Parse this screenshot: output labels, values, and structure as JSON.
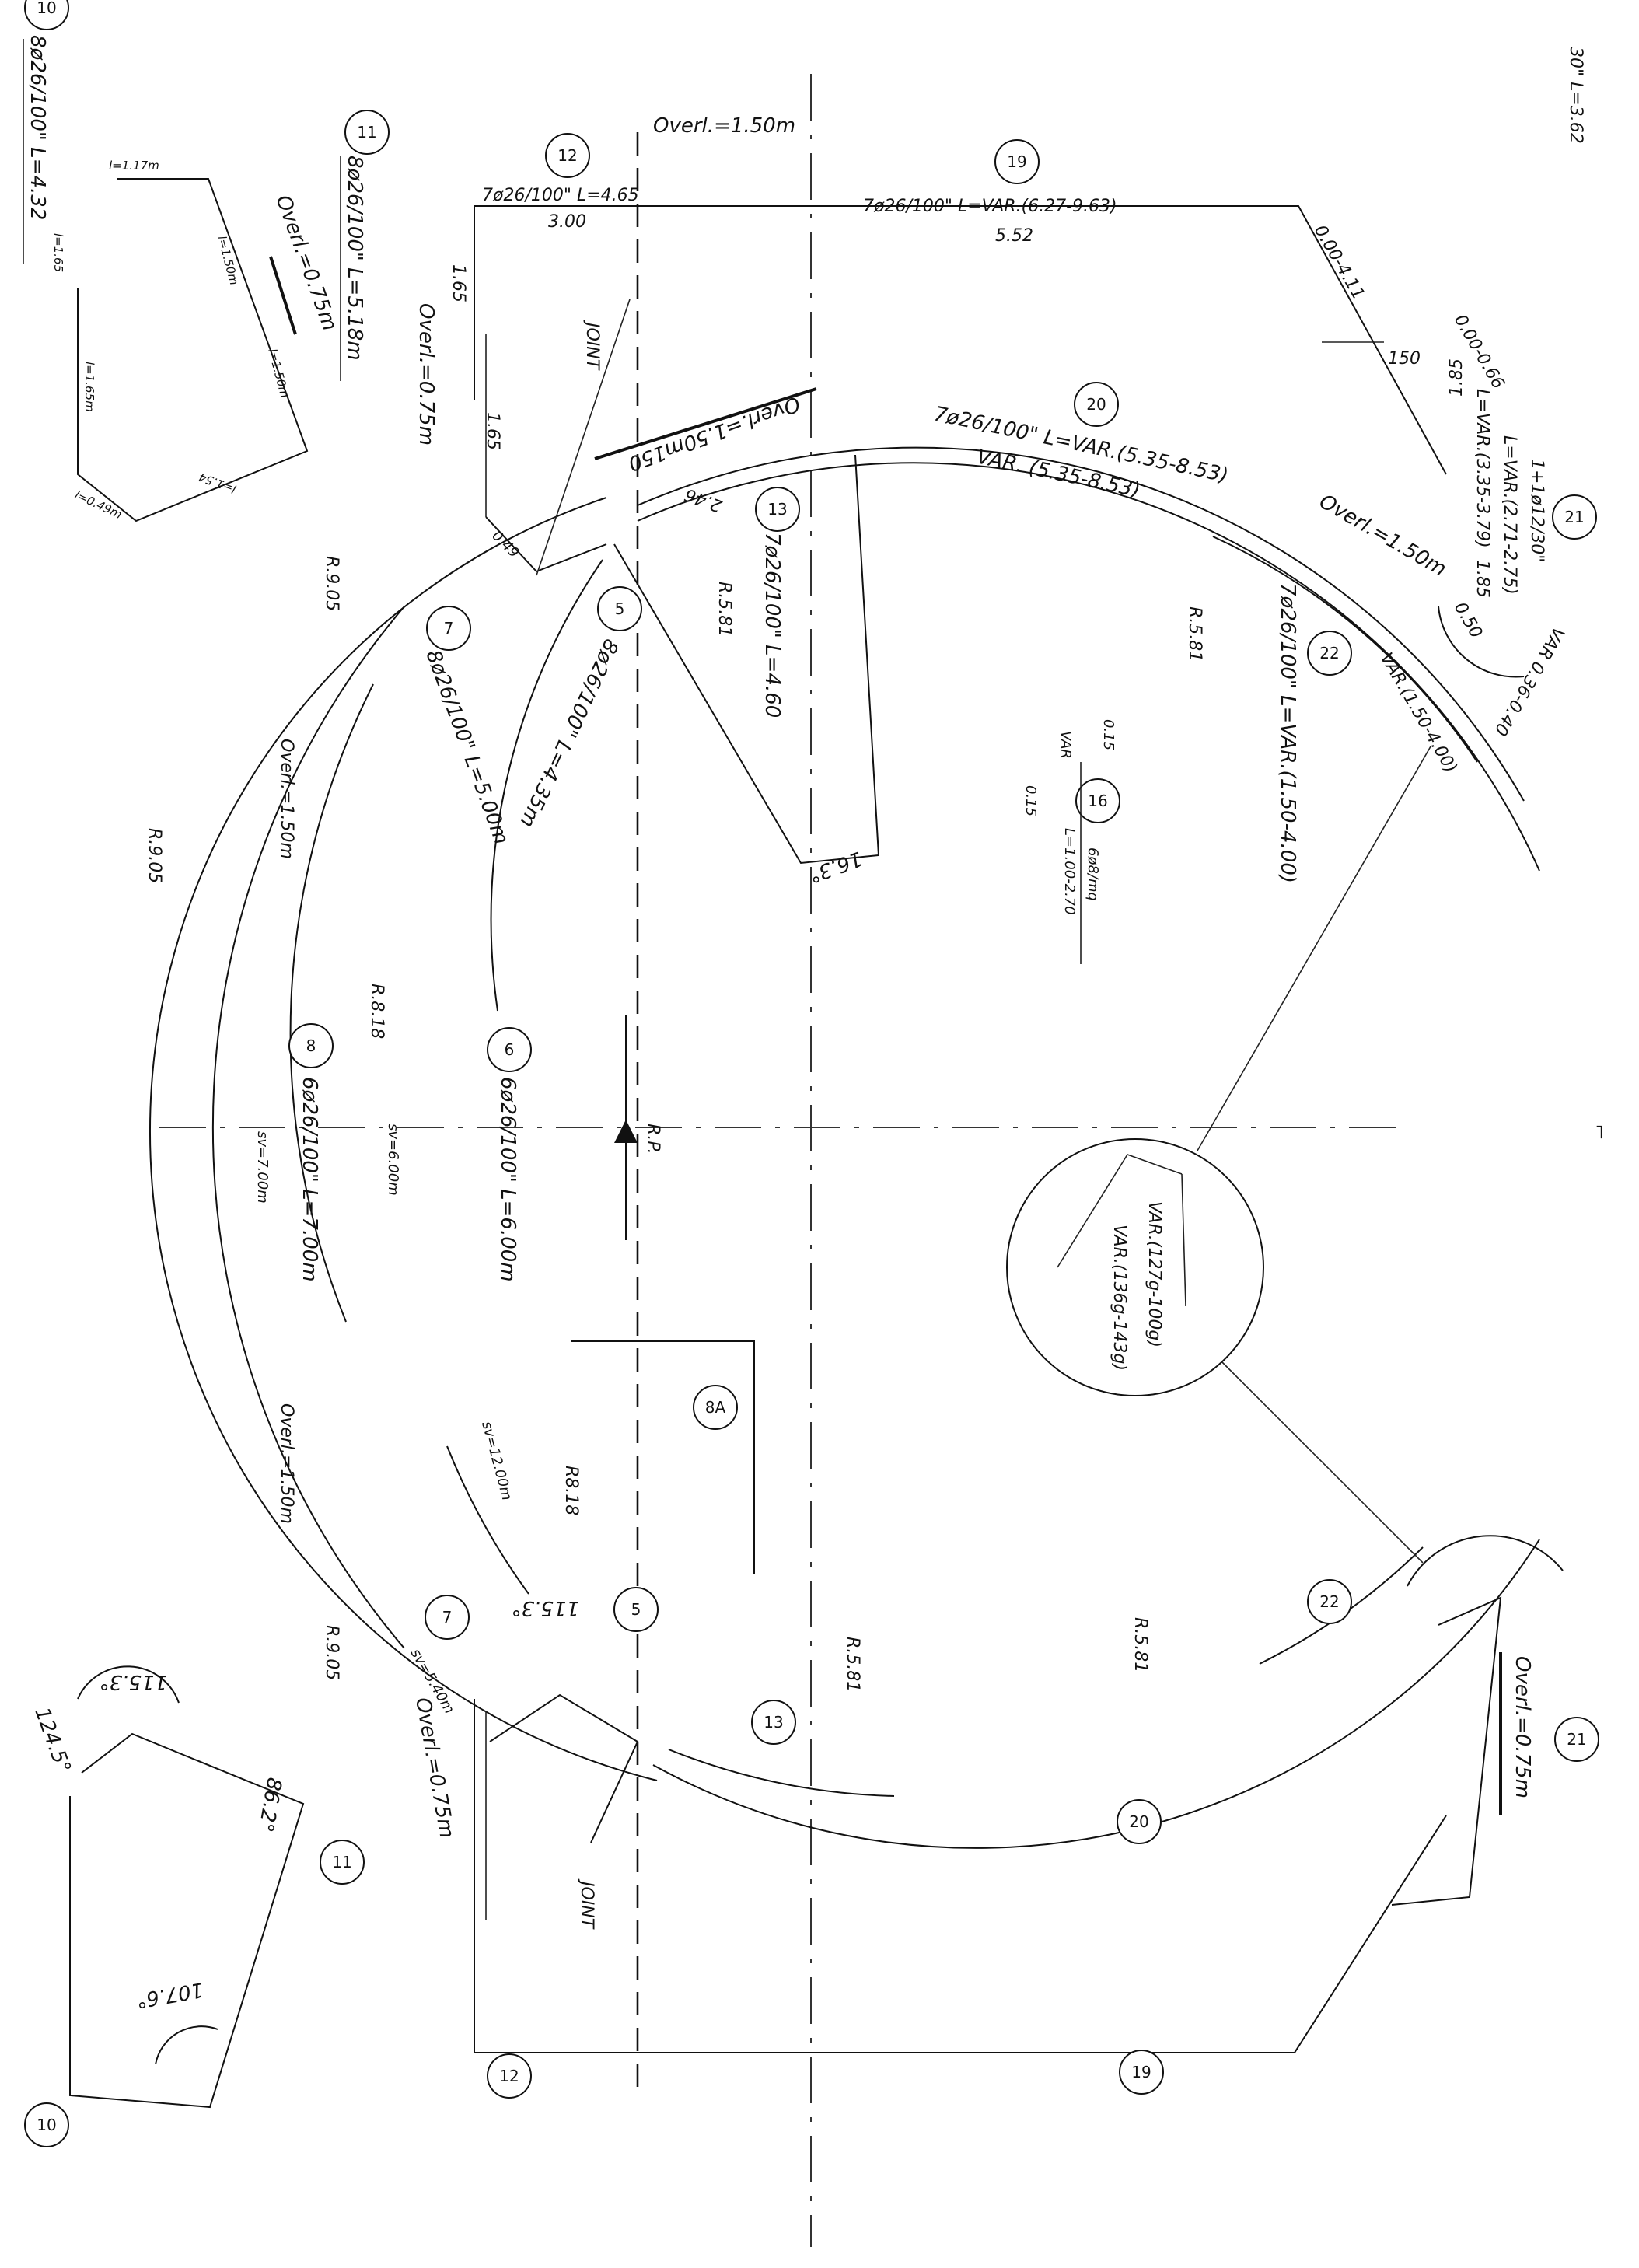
{
  "labels": {
    "c_top_right": "30\" L=3.62",
    "c_topleft_10": "8ø26/100\" L=4.32",
    "c_11_bar": "8ø26/100\" L=5.18m",
    "c_11_overlap": "Overl.=0.75m",
    "c_11_l117": "l=1.17m",
    "c_11_l165a": "l=1.65",
    "c_11_l150a": "l=1.50m",
    "c_11_l150b": "l=1.50m",
    "c_11_l165b": "l=1.65m",
    "c_11_l049": "l=0.49m",
    "c_11_l154": "l=1.54",
    "c_12_bar": "7ø26/100\" L=4.65",
    "c_12_300": "3.00",
    "c_12_165a": "1.65",
    "c_12_165b": "1.65",
    "c_12_049": "0.49",
    "c_12_overlap": "Overl.=0.75m",
    "c_overl_top": "Overl.=1.50m",
    "c_19_bar": "7ø26/100\" L=VAR.(6.27-9.63)",
    "c_19_552": "5.52",
    "c_19_var": "0.00-4.11",
    "c_19_150": "150",
    "c_21_a": "0.00-0.66",
    "c_21_b": "1.85",
    "c_21_c": "L=VAR.(3.35-3.79)",
    "c_21_d": "L=VAR.(2.71-2.75)",
    "c_21_e": "1+1ø12/30\"",
    "c_21_f": "1.85",
    "c_21_g": "0.50",
    "c_21_h": "VAR 0.36-0.40",
    "c_joint_top": "JOINT",
    "c_overl_joint": "Overl.=1.50m150",
    "c_20_bar": "7ø26/100\" L=VAR.(5.35-8.53)",
    "c_20_var": "VAR. (5.35-8.53)",
    "c_20_overlap": "Overl.=1.50m",
    "c_r581_a": "R.5.81",
    "c_r581_b": "R.5.81",
    "c_246": "2.46",
    "c_13_bar": "7ø26/100\" L=4.60",
    "c_163": "16.3°",
    "c_22_bar": "7ø26/100\" L=VAR.(1.50-4.00)",
    "c_22_var": "VAR.(1.50-4.00)",
    "c_16_015a": "0.15",
    "c_16_015b": "0.15",
    "c_16_var": "VAR",
    "c_16_bar": "6ø8/mq",
    "c_16_len": "L=1.00-2.70",
    "c_r905_a": "R.9.05",
    "c_r905_b": "R.9.05",
    "c_r905_c": "R.9.05",
    "c_7_bar": "8ø26/100\" L=5.00m",
    "c_5_bar": "8ø26/100\" L=4.35m",
    "c_overl_7a": "Overl.=1.50m",
    "c_overl_7b": "Overl.=1.50m",
    "c_r818_a": "R.8.18",
    "c_r818_b": "R8.18",
    "c_8_bar": "6ø26/100\" L=7.00m",
    "c_8_sv": "sv=7.00m",
    "c_6_bar": "6ø26/100\" L=6.00m",
    "c_6_sv": "sv=6.00m",
    "c_sv12": "sv=12.00m",
    "c_rp": "R.P.",
    "c_var127": "VAR.(127g-100g)",
    "c_var136": "VAR.(136g-143g)",
    "c_1153_a": "115.3°",
    "c_1153_b": "115.3°",
    "c_1245": "124.5°",
    "c_862": "86.2°",
    "c_1076": "107.6°",
    "c_sv5": "sv=5.40m",
    "c_overl_bot": "Overl.=0.75m",
    "c_joint_bot": "JOINT",
    "c_r581_c": "R.5.81",
    "c_r581_d": "R.5.81",
    "c_overl_21": "Overl.=0.75m"
  },
  "bubbles": {
    "b10_top": "10",
    "b11_top": "11",
    "b12_top": "12",
    "b19_top": "19",
    "b20_top": "20",
    "b21_top": "21",
    "b13": "13",
    "b5_top": "5",
    "b7_top": "7",
    "b22_top": "22",
    "b16": "16",
    "b8": "8",
    "b6": "6",
    "b8A": "8A",
    "b7_bot": "7",
    "b5_bot": "5",
    "b22_bot": "22",
    "b13_bot": "13",
    "b20_bot": "20",
    "b21_bot": "21",
    "b11_bot": "11",
    "b12_bot": "12",
    "b19_bot": "19",
    "b10_bot": "10"
  }
}
